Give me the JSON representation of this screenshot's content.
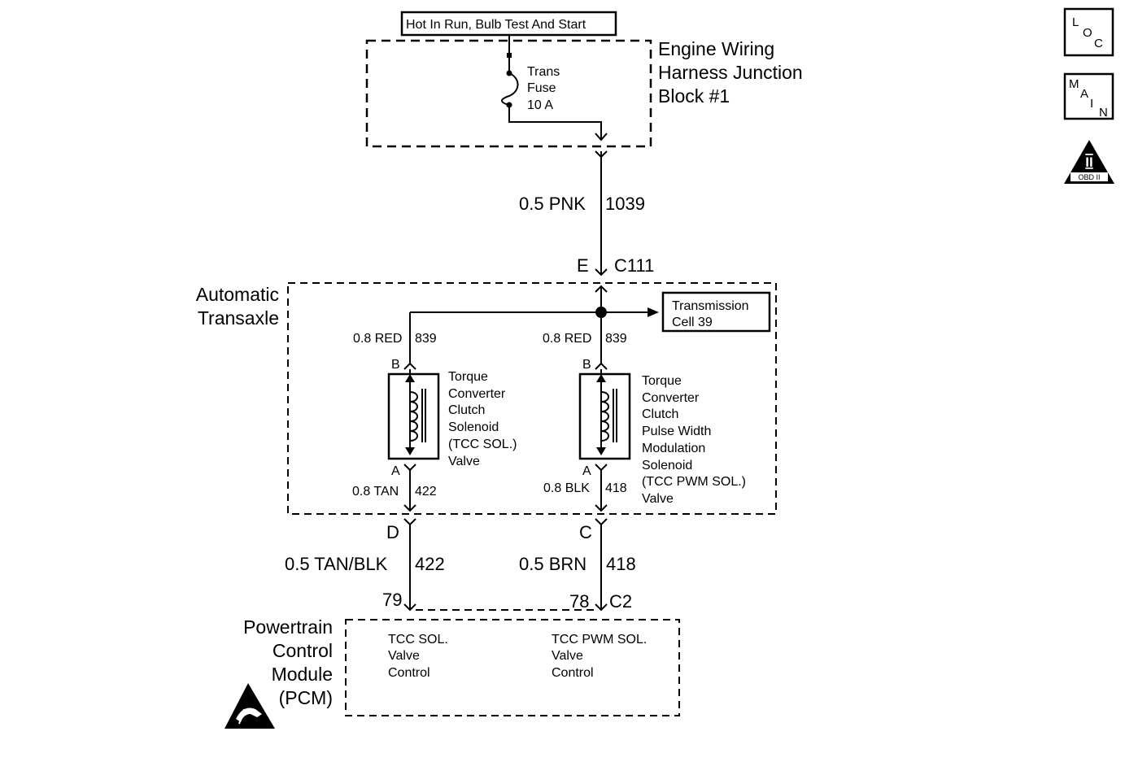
{
  "power_source": {
    "label": "Hot In Run, Bulb Test And Start"
  },
  "junction_block": {
    "name_lines": [
      "Engine Wiring",
      "Harness Junction",
      "Block #1"
    ],
    "fuse_lines": [
      "Trans",
      "Fuse",
      "10 A"
    ]
  },
  "wires": {
    "w1039": {
      "gauge_color": "0.5 PNK",
      "circuit": "1039"
    },
    "w839_left": {
      "gauge_color": "0.8 RED",
      "circuit": "839"
    },
    "w839_right": {
      "gauge_color": "0.8 RED",
      "circuit": "839"
    },
    "w422_inner": {
      "gauge_color": "0.8 TAN",
      "circuit": "422"
    },
    "w418_inner": {
      "gauge_color": "0.8 BLK",
      "circuit": "418"
    },
    "w422_outer": {
      "gauge_color": "0.5 TAN/BLK",
      "circuit": "422"
    },
    "w418_outer": {
      "gauge_color": "0.5 BRN",
      "circuit": "418"
    }
  },
  "connectors": {
    "c111": {
      "name": "C111",
      "pin": "E"
    },
    "transaxle_d": "D",
    "transaxle_c": "C",
    "sol1_b": "B",
    "sol1_a": "A",
    "sol2_b": "B",
    "sol2_a": "A",
    "c2": {
      "name": "C2",
      "pin_79": "79",
      "pin_78": "78"
    }
  },
  "transaxle": {
    "name_lines": [
      "Automatic",
      "Transaxle"
    ]
  },
  "transmission_cell": {
    "lines": [
      "Transmission",
      "Cell 39"
    ]
  },
  "solenoid1": {
    "lines": [
      "Torque",
      "Converter",
      "Clutch",
      "Solenoid",
      "(TCC SOL.)",
      "Valve"
    ]
  },
  "solenoid2": {
    "lines": [
      "Torque",
      "Converter",
      "Clutch",
      "Pulse Width",
      "Modulation",
      "Solenoid",
      "(TCC PWM SOL.)",
      "Valve"
    ]
  },
  "pcm": {
    "name_lines": [
      "Powertrain",
      "Control",
      "Module",
      "(PCM)"
    ],
    "func1_lines": [
      "TCC SOL.",
      "Valve",
      "Control"
    ],
    "func2_lines": [
      "TCC PWM SOL.",
      "Valve",
      "Control"
    ]
  },
  "side_icons": {
    "loc": [
      "L",
      "O",
      "C"
    ],
    "main": [
      "M",
      "A",
      "I",
      "N"
    ],
    "obd": {
      "symbol": "II",
      "label": "OBD II"
    },
    "esd_icon": "esd-warning-icon"
  }
}
